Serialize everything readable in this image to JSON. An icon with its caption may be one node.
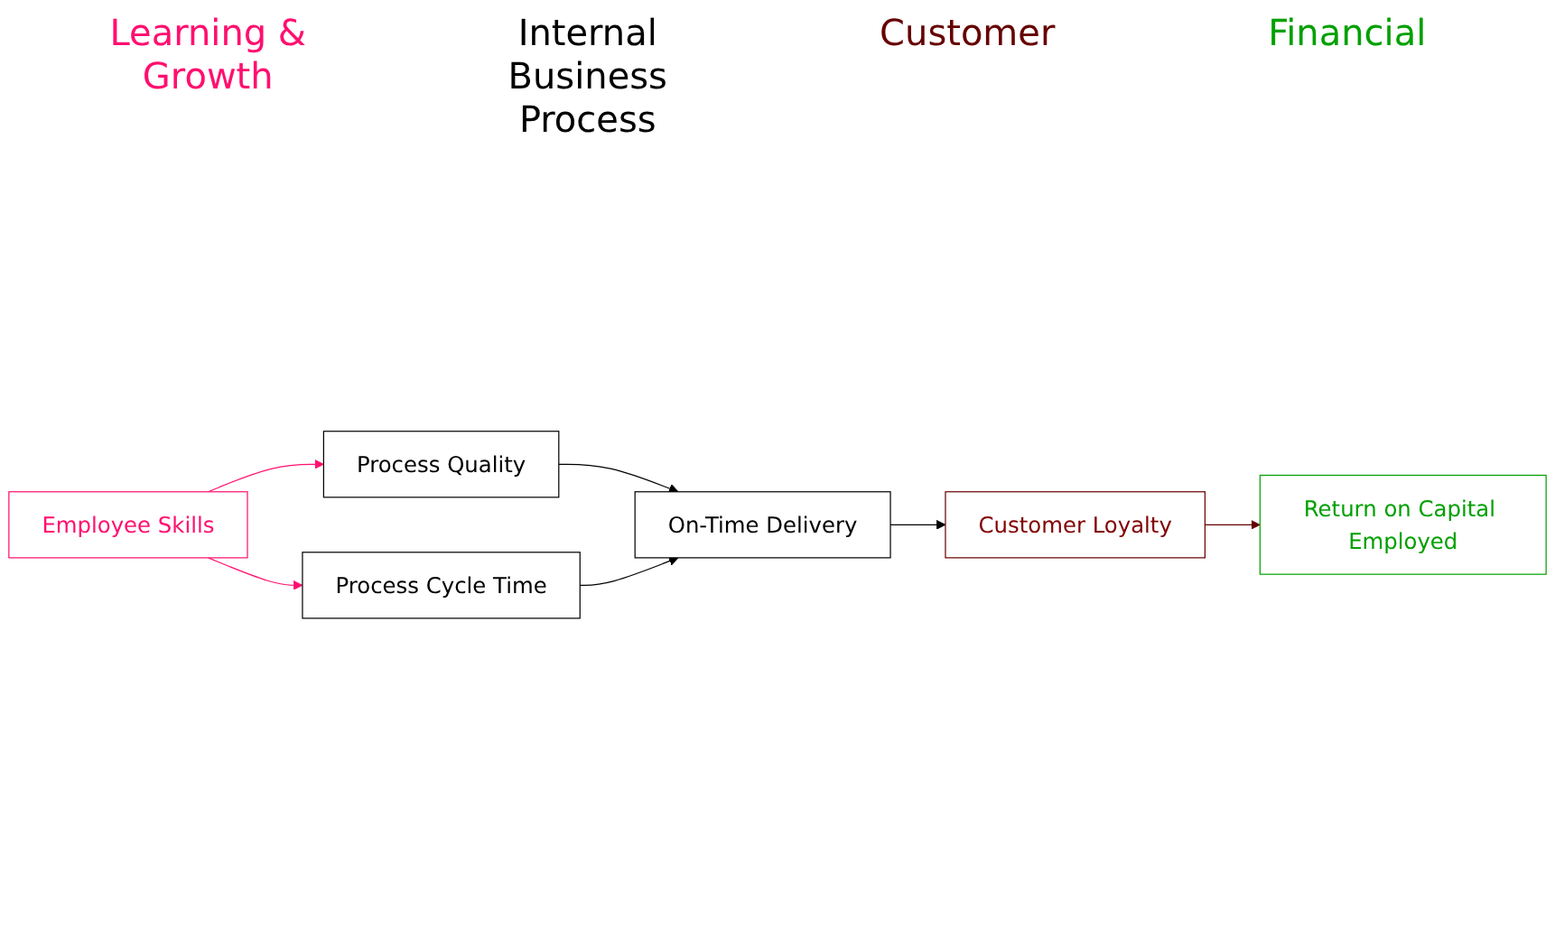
{
  "diagram": {
    "nodes": [
      {
        "text": [
          "Employee Skills"
        ]
      },
      {
        "text": [
          "Process Quality"
        ]
      },
      {
        "text": [
          "Process Cycle Time"
        ]
      },
      {
        "text": [
          "On-Time Delivery"
        ]
      },
      {
        "text": [
          "Customer Loyalty"
        ]
      },
      {
        "text": [
          "Return on Capital Employed"
        ]
      }
    ],
    "edges": [
      {
        "from": 0,
        "to": 1,
        "arrow": "to",
        "color": "#ff0f6f"
      },
      {
        "from": 0,
        "to": 2,
        "arrow": "to",
        "color": "#ff0f6f"
      },
      {
        "from": 1,
        "to": 3,
        "arrow": "to"
      },
      {
        "from": 2,
        "to": 3,
        "arrow": "to"
      },
      {
        "from": 3,
        "to": 4,
        "arrow": "to"
      },
      {
        "from": 4,
        "to": 5,
        "arrow": "to",
        "color": "#660000"
      }
    ],
    "labels": [
      "Learning & Growth",
      "Internal Business Process",
      "Customer",
      "Financial"
    ]
  }
}
